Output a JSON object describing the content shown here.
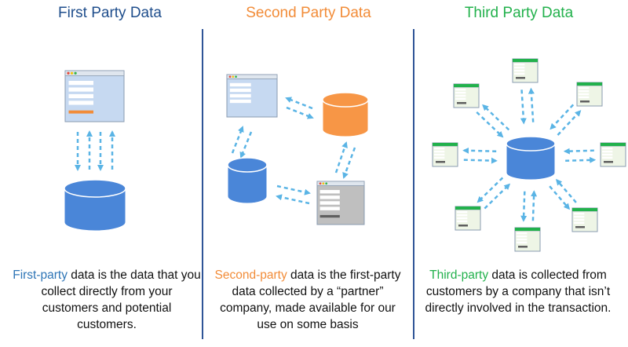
{
  "columns": [
    {
      "title": "First Party Data",
      "title_color": "#1f4e8c",
      "caption_highlight": "First-party",
      "caption_rest": " data is the data that you collect directly from your customers and potential customers.",
      "highlight_color": "#2e75b6"
    },
    {
      "title": "Second Party Data",
      "title_color": "#f28c38",
      "caption_highlight": "Second-party",
      "caption_rest": " data is the first-party data collected by a “partner” company, made available for our use on some basis",
      "highlight_color": "#f28c38"
    },
    {
      "title": "Third Party Data",
      "title_color": "#22b14c",
      "caption_highlight": "Third-party",
      "caption_rest": " data is collected from customers by a company that isn’t directly involved in the transaction.",
      "highlight_color": "#22b14c"
    }
  ],
  "colors": {
    "divider": "#2f5597",
    "arrow": "#5ab4e5",
    "db_blue": "#4a86d8",
    "db_orange": "#f79646",
    "window_blue": "#c6d9f1",
    "window_gray": "#bfbfbf",
    "window_green": "#eef5e6",
    "bar_orange": "#f28c38",
    "bar_green": "#22b14c"
  },
  "icons": [
    "browser-window-icon",
    "database-icon",
    "dashed-arrow-icon"
  ]
}
